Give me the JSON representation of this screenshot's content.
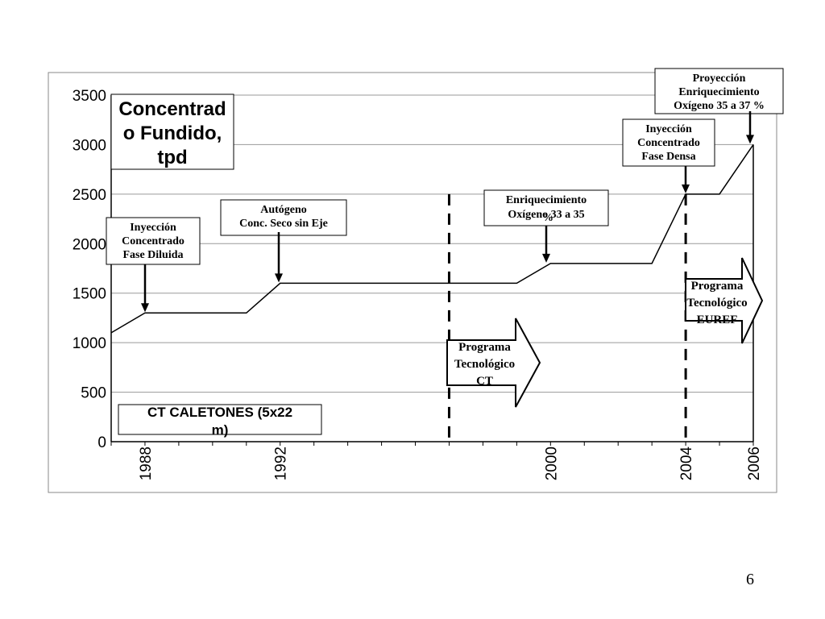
{
  "slide": {
    "page_number": "6"
  },
  "chart_data": {
    "type": "line",
    "title_lines": [
      "Concentrad",
      "o Fundido,",
      "tpd"
    ],
    "subtitle_lines": [
      "CT CALETONES (5x22",
      "m)"
    ],
    "xlabel": "",
    "ylabel": "",
    "ylim": [
      0,
      3500
    ],
    "xlim": [
      1987,
      2006
    ],
    "grid": true,
    "y_ticks": [
      0,
      500,
      1000,
      1500,
      2000,
      2500,
      3000,
      3500
    ],
    "x_tick_labels": [
      {
        "value": 1988,
        "label": "1988"
      },
      {
        "value": 1992,
        "label": "1992"
      },
      {
        "value": 2000,
        "label": "2000"
      },
      {
        "value": 2004,
        "label": "2004"
      },
      {
        "value": 2006,
        "label": "2006"
      }
    ],
    "series": [
      {
        "points": [
          [
            1987,
            1100
          ],
          [
            1988,
            1300
          ],
          [
            1991,
            1300
          ],
          [
            1992,
            1600
          ],
          [
            1999,
            1600
          ],
          [
            2000,
            1800
          ],
          [
            2003,
            1800
          ],
          [
            2004,
            2500
          ],
          [
            2005,
            2500
          ],
          [
            2006,
            3000
          ]
        ]
      }
    ],
    "milestones": [
      1997,
      2004
    ],
    "annotations": [
      {
        "id": "fase-diluida",
        "lines": [
          "Inyección",
          "Concentrado",
          "Fase Diluida"
        ],
        "x": 1988,
        "y": 1300
      },
      {
        "id": "autogeno",
        "lines": [
          "Autógeno",
          "Conc. Seco sin Eje"
        ],
        "x": 1992,
        "y": 1600
      },
      {
        "id": "enriquecimiento",
        "lines": [
          "Enriquecimiento",
          "Oxígeno 33 a 35",
          "%"
        ],
        "x": 2000,
        "y": 1800
      },
      {
        "id": "fase-densa",
        "lines": [
          "Inyección",
          "Concentrado",
          "Fase Densa"
        ],
        "x": 2004,
        "y": 2500
      },
      {
        "id": "proyeccion",
        "lines": [
          "Proyección",
          "Enriquecimiento",
          "Oxígeno 35 a 37 %"
        ],
        "x": 2006,
        "y": 3000
      }
    ],
    "programs": [
      {
        "id": "programa-ct",
        "lines": [
          "Programa",
          "Tecnológico",
          "CT"
        ],
        "x_start": 1997
      },
      {
        "id": "programa-euref",
        "lines": [
          "Programa",
          "Tecnológico",
          "EUREF"
        ],
        "x_start": 2004
      }
    ]
  }
}
